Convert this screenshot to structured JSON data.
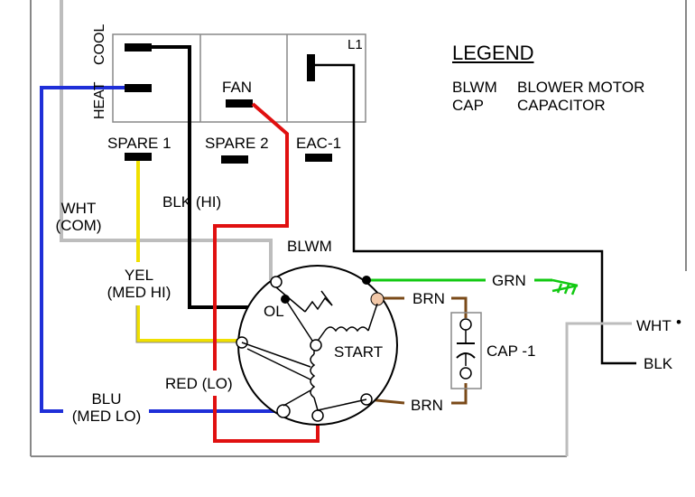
{
  "terminal_block": {
    "cool": "COOL",
    "heat": "HEAT",
    "fan": "FAN",
    "l1": "L1",
    "spare1": "SPARE 1",
    "spare2": "SPARE 2",
    "eac1": "EAC-1"
  },
  "legend": {
    "title": "LEGEND",
    "entries": [
      {
        "abbr": "BLWM",
        "meaning": "BLOWER MOTOR"
      },
      {
        "abbr": "CAP",
        "meaning": "CAPACITOR"
      }
    ]
  },
  "wire_labels": {
    "wht_com_1": "WHT",
    "wht_com_2": "(COM)",
    "blk_hi": "BLK (HI)",
    "yel_1": "YEL",
    "yel_2": "(MED HI)",
    "red_lo": "RED (LO)",
    "blu_1": "BLU",
    "blu_2": "(MED LO)",
    "grn": "GRN",
    "brn_top": "BRN",
    "brn_bottom": "BRN",
    "wht_right": "WHT",
    "blk_right": "BLK"
  },
  "motor": {
    "name": "BLWM",
    "ol": "OL",
    "start": "START"
  },
  "capacitor": {
    "label": "CAP -1"
  },
  "colors": {
    "black": "#000000",
    "white_wire": "#bdbdbd",
    "blue": "#1f2fd8",
    "red": "#e01010",
    "yellow": "#f0e000",
    "green": "#11c911",
    "brown": "#7a4a18",
    "outline": "#888888"
  }
}
